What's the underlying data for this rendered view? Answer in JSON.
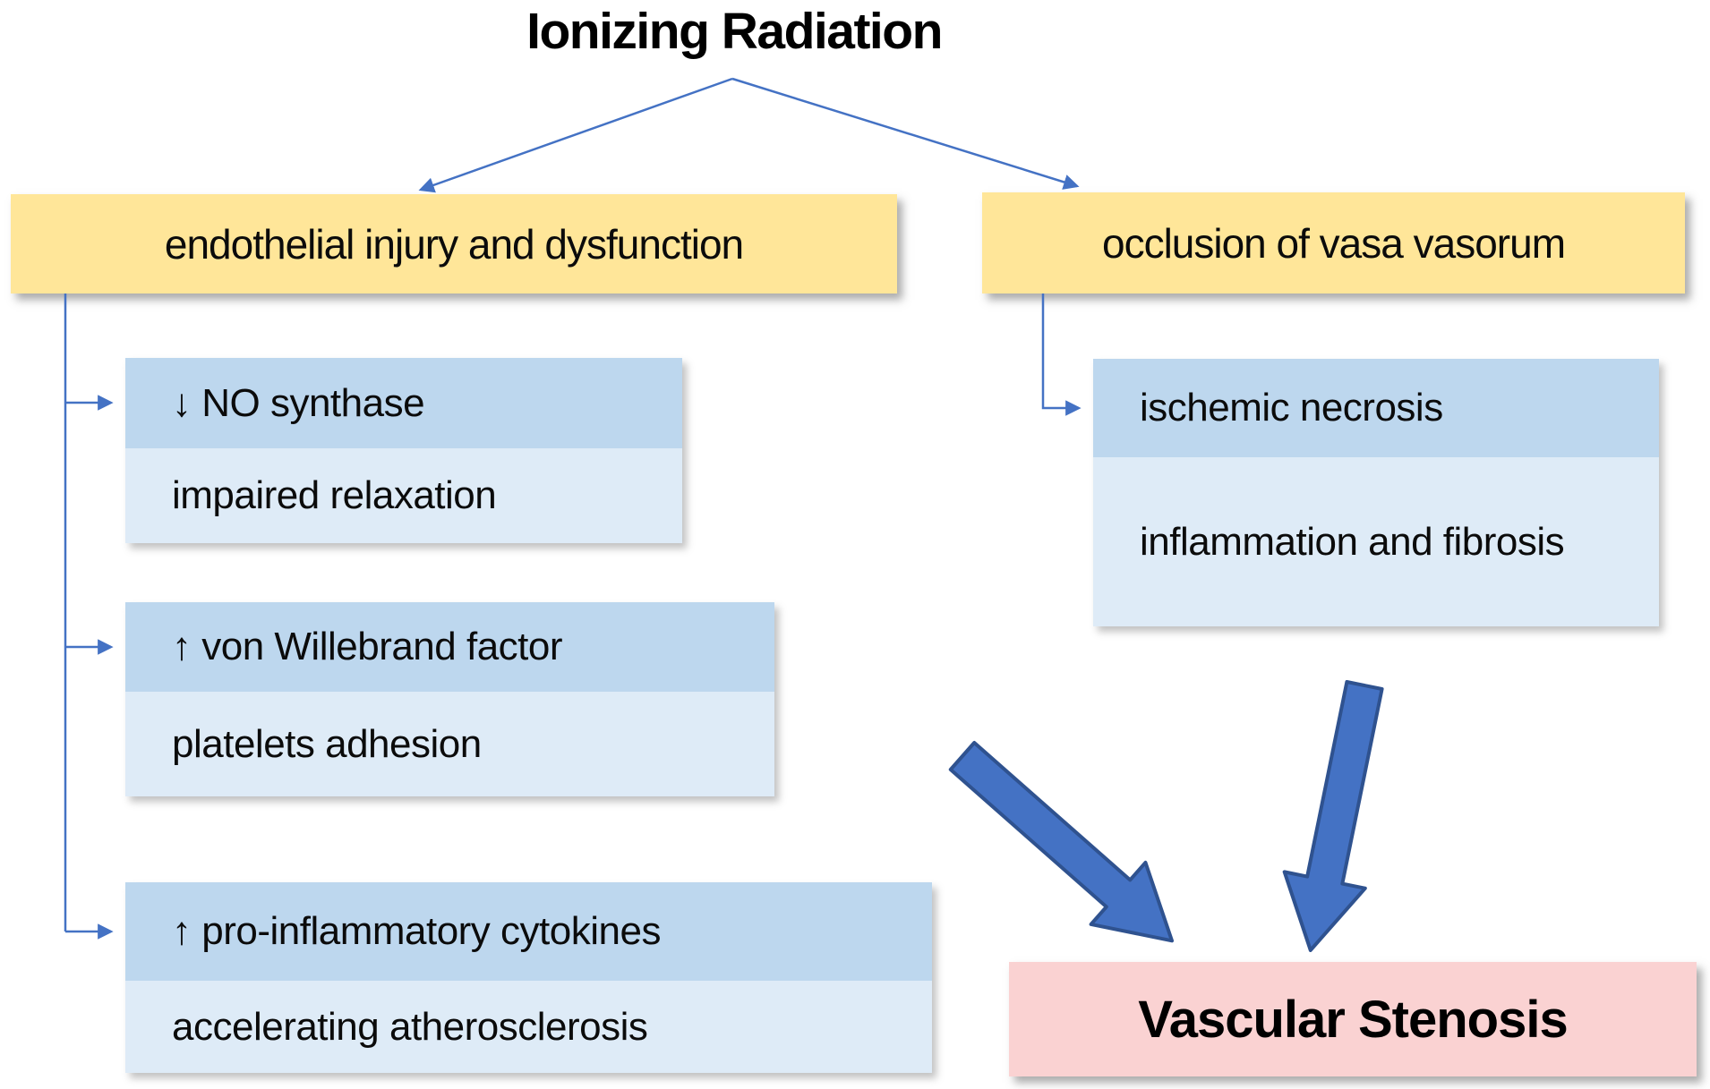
{
  "title": "Ionizing Radiation",
  "branch_left": {
    "header": "endothelial injury and dysfunction",
    "effects": [
      {
        "cause": "↓ NO synthase",
        "consequence": "impaired relaxation"
      },
      {
        "cause": "↑ von Willebrand factor",
        "consequence": "platelets adhesion"
      },
      {
        "cause": "↑ pro-inflammatory cytokines",
        "consequence": "accelerating atherosclerosis"
      }
    ]
  },
  "branch_right": {
    "header": "occlusion of vasa vasorum",
    "effects": [
      {
        "cause": "ischemic necrosis",
        "consequence": "inflammation and fibrosis"
      }
    ]
  },
  "outcome": "Vascular Stenosis",
  "colors": {
    "connector_blue": "#4472C4",
    "big_arrow_fill": "#4472C4",
    "big_arrow_border": "#2F528F",
    "header_yellow": "#FFE699",
    "cause_band_blue": "#BDD7EE",
    "consequence_band_blue": "#DEEBF7",
    "outcome_pink": "#FAD2D2",
    "text_black": "#000000"
  }
}
